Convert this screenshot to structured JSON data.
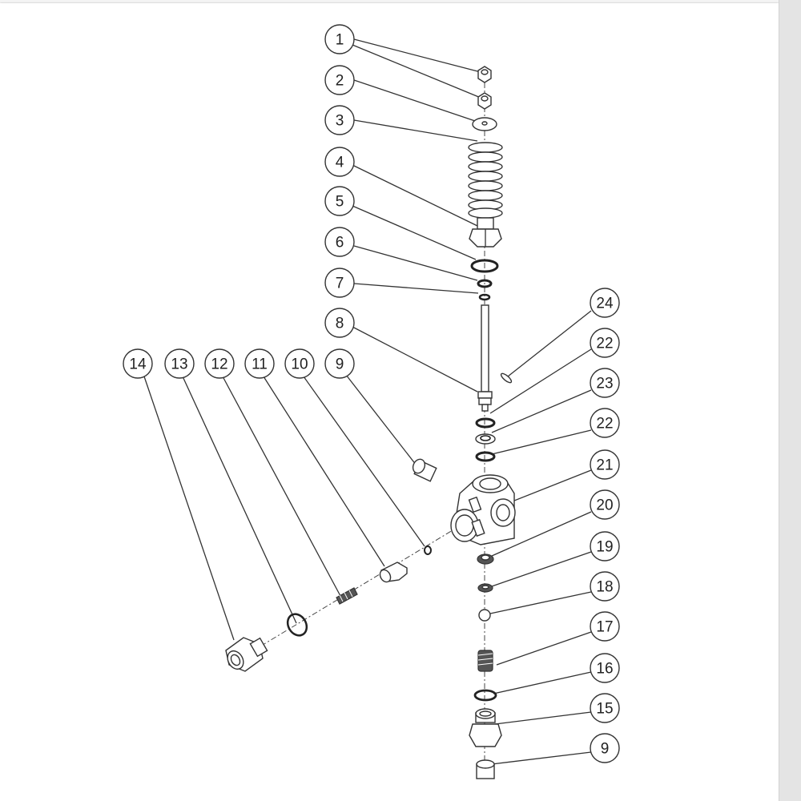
{
  "diagram": {
    "callouts": [
      {
        "id": "c1",
        "label": "1"
      },
      {
        "id": "c2",
        "label": "2"
      },
      {
        "id": "c3",
        "label": "3"
      },
      {
        "id": "c4",
        "label": "4"
      },
      {
        "id": "c5",
        "label": "5"
      },
      {
        "id": "c6",
        "label": "6"
      },
      {
        "id": "c7",
        "label": "7"
      },
      {
        "id": "c8",
        "label": "8"
      },
      {
        "id": "c9a",
        "label": "9"
      },
      {
        "id": "c10",
        "label": "10"
      },
      {
        "id": "c11",
        "label": "11"
      },
      {
        "id": "c12",
        "label": "12"
      },
      {
        "id": "c13",
        "label": "13"
      },
      {
        "id": "c14",
        "label": "14"
      },
      {
        "id": "c24",
        "label": "24"
      },
      {
        "id": "c22a",
        "label": "22"
      },
      {
        "id": "c23",
        "label": "23"
      },
      {
        "id": "c22b",
        "label": "22"
      },
      {
        "id": "c21",
        "label": "21"
      },
      {
        "id": "c20",
        "label": "20"
      },
      {
        "id": "c19",
        "label": "19"
      },
      {
        "id": "c18",
        "label": "18"
      },
      {
        "id": "c17",
        "label": "17"
      },
      {
        "id": "c16",
        "label": "16"
      },
      {
        "id": "c15",
        "label": "15"
      },
      {
        "id": "c9b",
        "label": "9"
      }
    ]
  }
}
